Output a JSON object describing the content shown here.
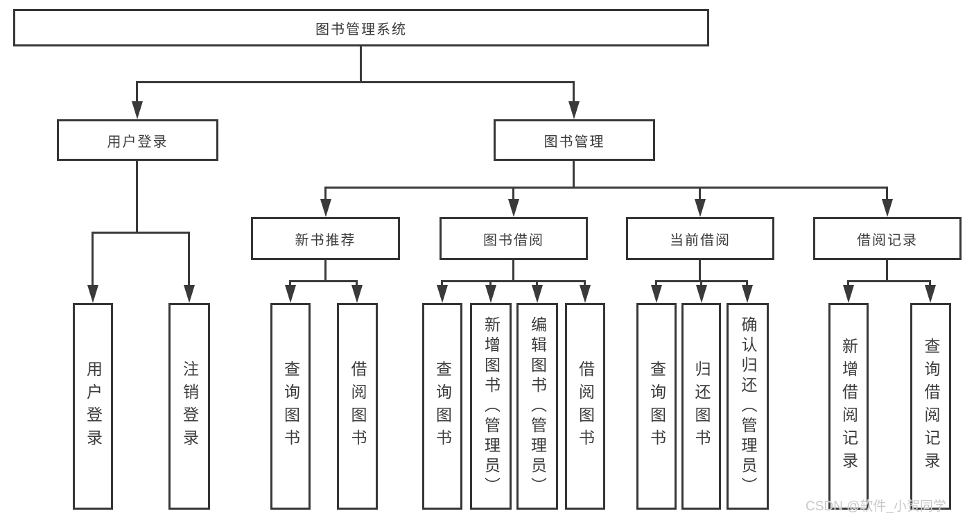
{
  "diagram": {
    "root": {
      "label": "图书管理系统"
    },
    "level2": [
      {
        "label": "用户登录"
      },
      {
        "label": "图书管理"
      }
    ],
    "level3": [
      {
        "label": "新书推荐"
      },
      {
        "label": "图书借阅"
      },
      {
        "label": "当前借阅"
      },
      {
        "label": "借阅记录"
      }
    ],
    "leaves": {
      "user_login": [
        "用户登录",
        "注销登录"
      ],
      "new_book_recommend": [
        "查询图书",
        "借阅图书"
      ],
      "book_borrow": [
        "查询图书",
        "新增图书（管理员）",
        "编辑图书（管理员）",
        "借阅图书"
      ],
      "current_borrow": [
        "查询图书",
        "归还图书",
        "确认归还（管理员）"
      ],
      "borrow_records": [
        "新增借阅记录",
        "查询借阅记录"
      ]
    }
  },
  "watermark": {
    "text": "CSDN @软件_小贺同学"
  },
  "colors": {
    "line": "#3a3a3a",
    "border": "#363636",
    "text": "#3b3b3b",
    "background": "#ffffff",
    "watermark": "#c9c9c9"
  }
}
